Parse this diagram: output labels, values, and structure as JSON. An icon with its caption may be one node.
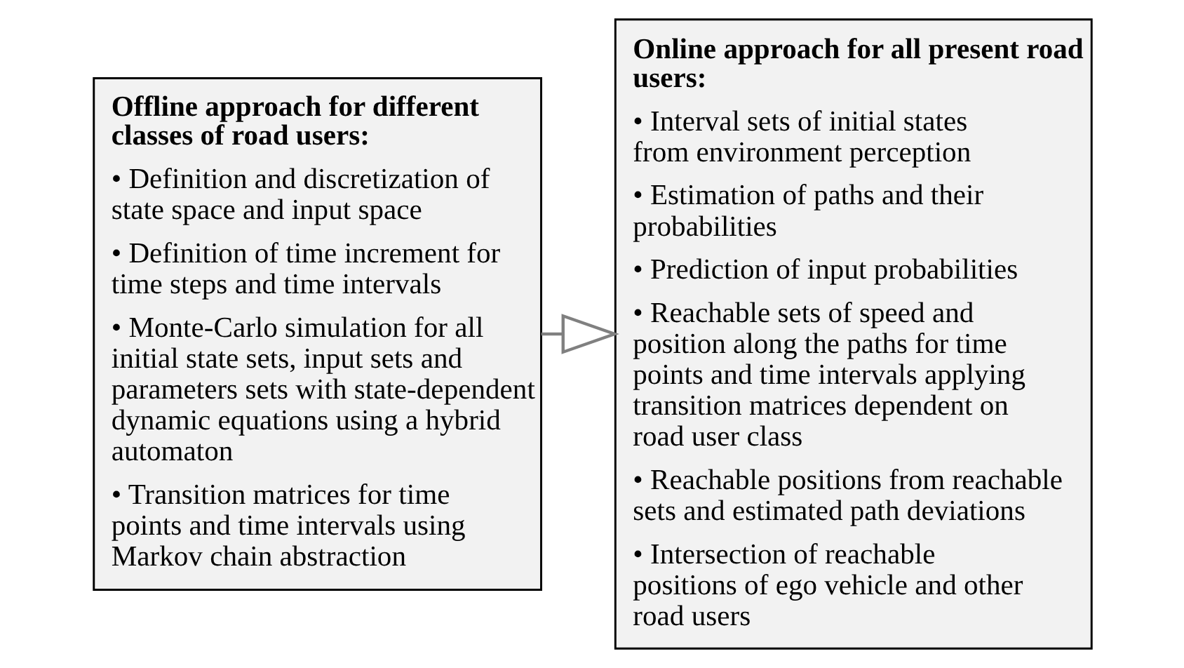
{
  "diagram": {
    "nodes": [
      {
        "text": [
          "Offline approach for different classes of road users:",
          "• Definition and discretization of state space and input space",
          "• Definition of time increment for time steps and time intervals",
          "• Monte-Carlo simulation for all initial state sets, input sets and parameters sets with state-dependent dynamic equations using a hybrid automaton",
          "• Transition matrices for time points and time intervals using Markov chain abstraction"
        ]
      },
      {
        "text": [
          "Online approach for all present road users:",
          "• Interval sets of initial states from environment perception",
          "• Estimation of paths and their probabilities",
          "• Prediction of input probabilities",
          "• Reachable sets of speed and position along the paths for time points and time intervals applying transition matrices dependent on road user class",
          "• Reachable positions from reachable sets and estimated path deviations",
          "• Intersection of reachable positions of ego vehicle and other road users"
        ]
      }
    ],
    "edges": [
      {
        "from": 0,
        "to": 1,
        "arrow": "to"
      }
    ]
  }
}
